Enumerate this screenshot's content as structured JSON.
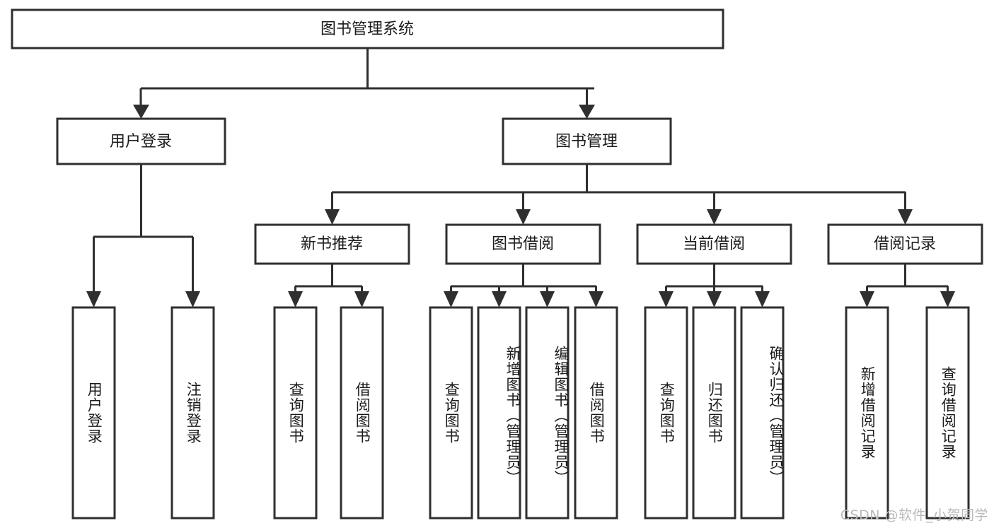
{
  "diagram": {
    "type": "tree-hierarchy",
    "title": "图书管理系统",
    "watermark": "CSDN @软件_小贺同学",
    "colors": {
      "stroke": "#2f2f2f",
      "box_fill": "#ffffff",
      "background": "#ffffff",
      "text": "#1b1b1b",
      "watermark": "#b9b9b9"
    },
    "root": {
      "label": "图书管理系统"
    },
    "level2": [
      {
        "label": "用户登录"
      },
      {
        "label": "图书管理"
      }
    ],
    "level3": [
      {
        "label": "新书推荐"
      },
      {
        "label": "图书借阅"
      },
      {
        "label": "当前借阅"
      },
      {
        "label": "借阅记录"
      }
    ],
    "leaves": {
      "user_login": [
        {
          "label": "用户登录"
        },
        {
          "label": "注销登录"
        }
      ],
      "new_book_recommend": [
        {
          "label": "查询图书"
        },
        {
          "label": "借阅图书"
        }
      ],
      "book_borrow": [
        {
          "label": "查询图书"
        },
        {
          "label": "新增图书（管理员）"
        },
        {
          "label": "编辑图书（管理员）"
        },
        {
          "label": "借阅图书"
        }
      ],
      "current_borrow": [
        {
          "label": "查询图书"
        },
        {
          "label": "归还图书"
        },
        {
          "label": "确认归还（管理员）"
        }
      ],
      "borrow_record": [
        {
          "label": "新增借阅记录"
        },
        {
          "label": "查询借阅记录"
        }
      ]
    }
  }
}
